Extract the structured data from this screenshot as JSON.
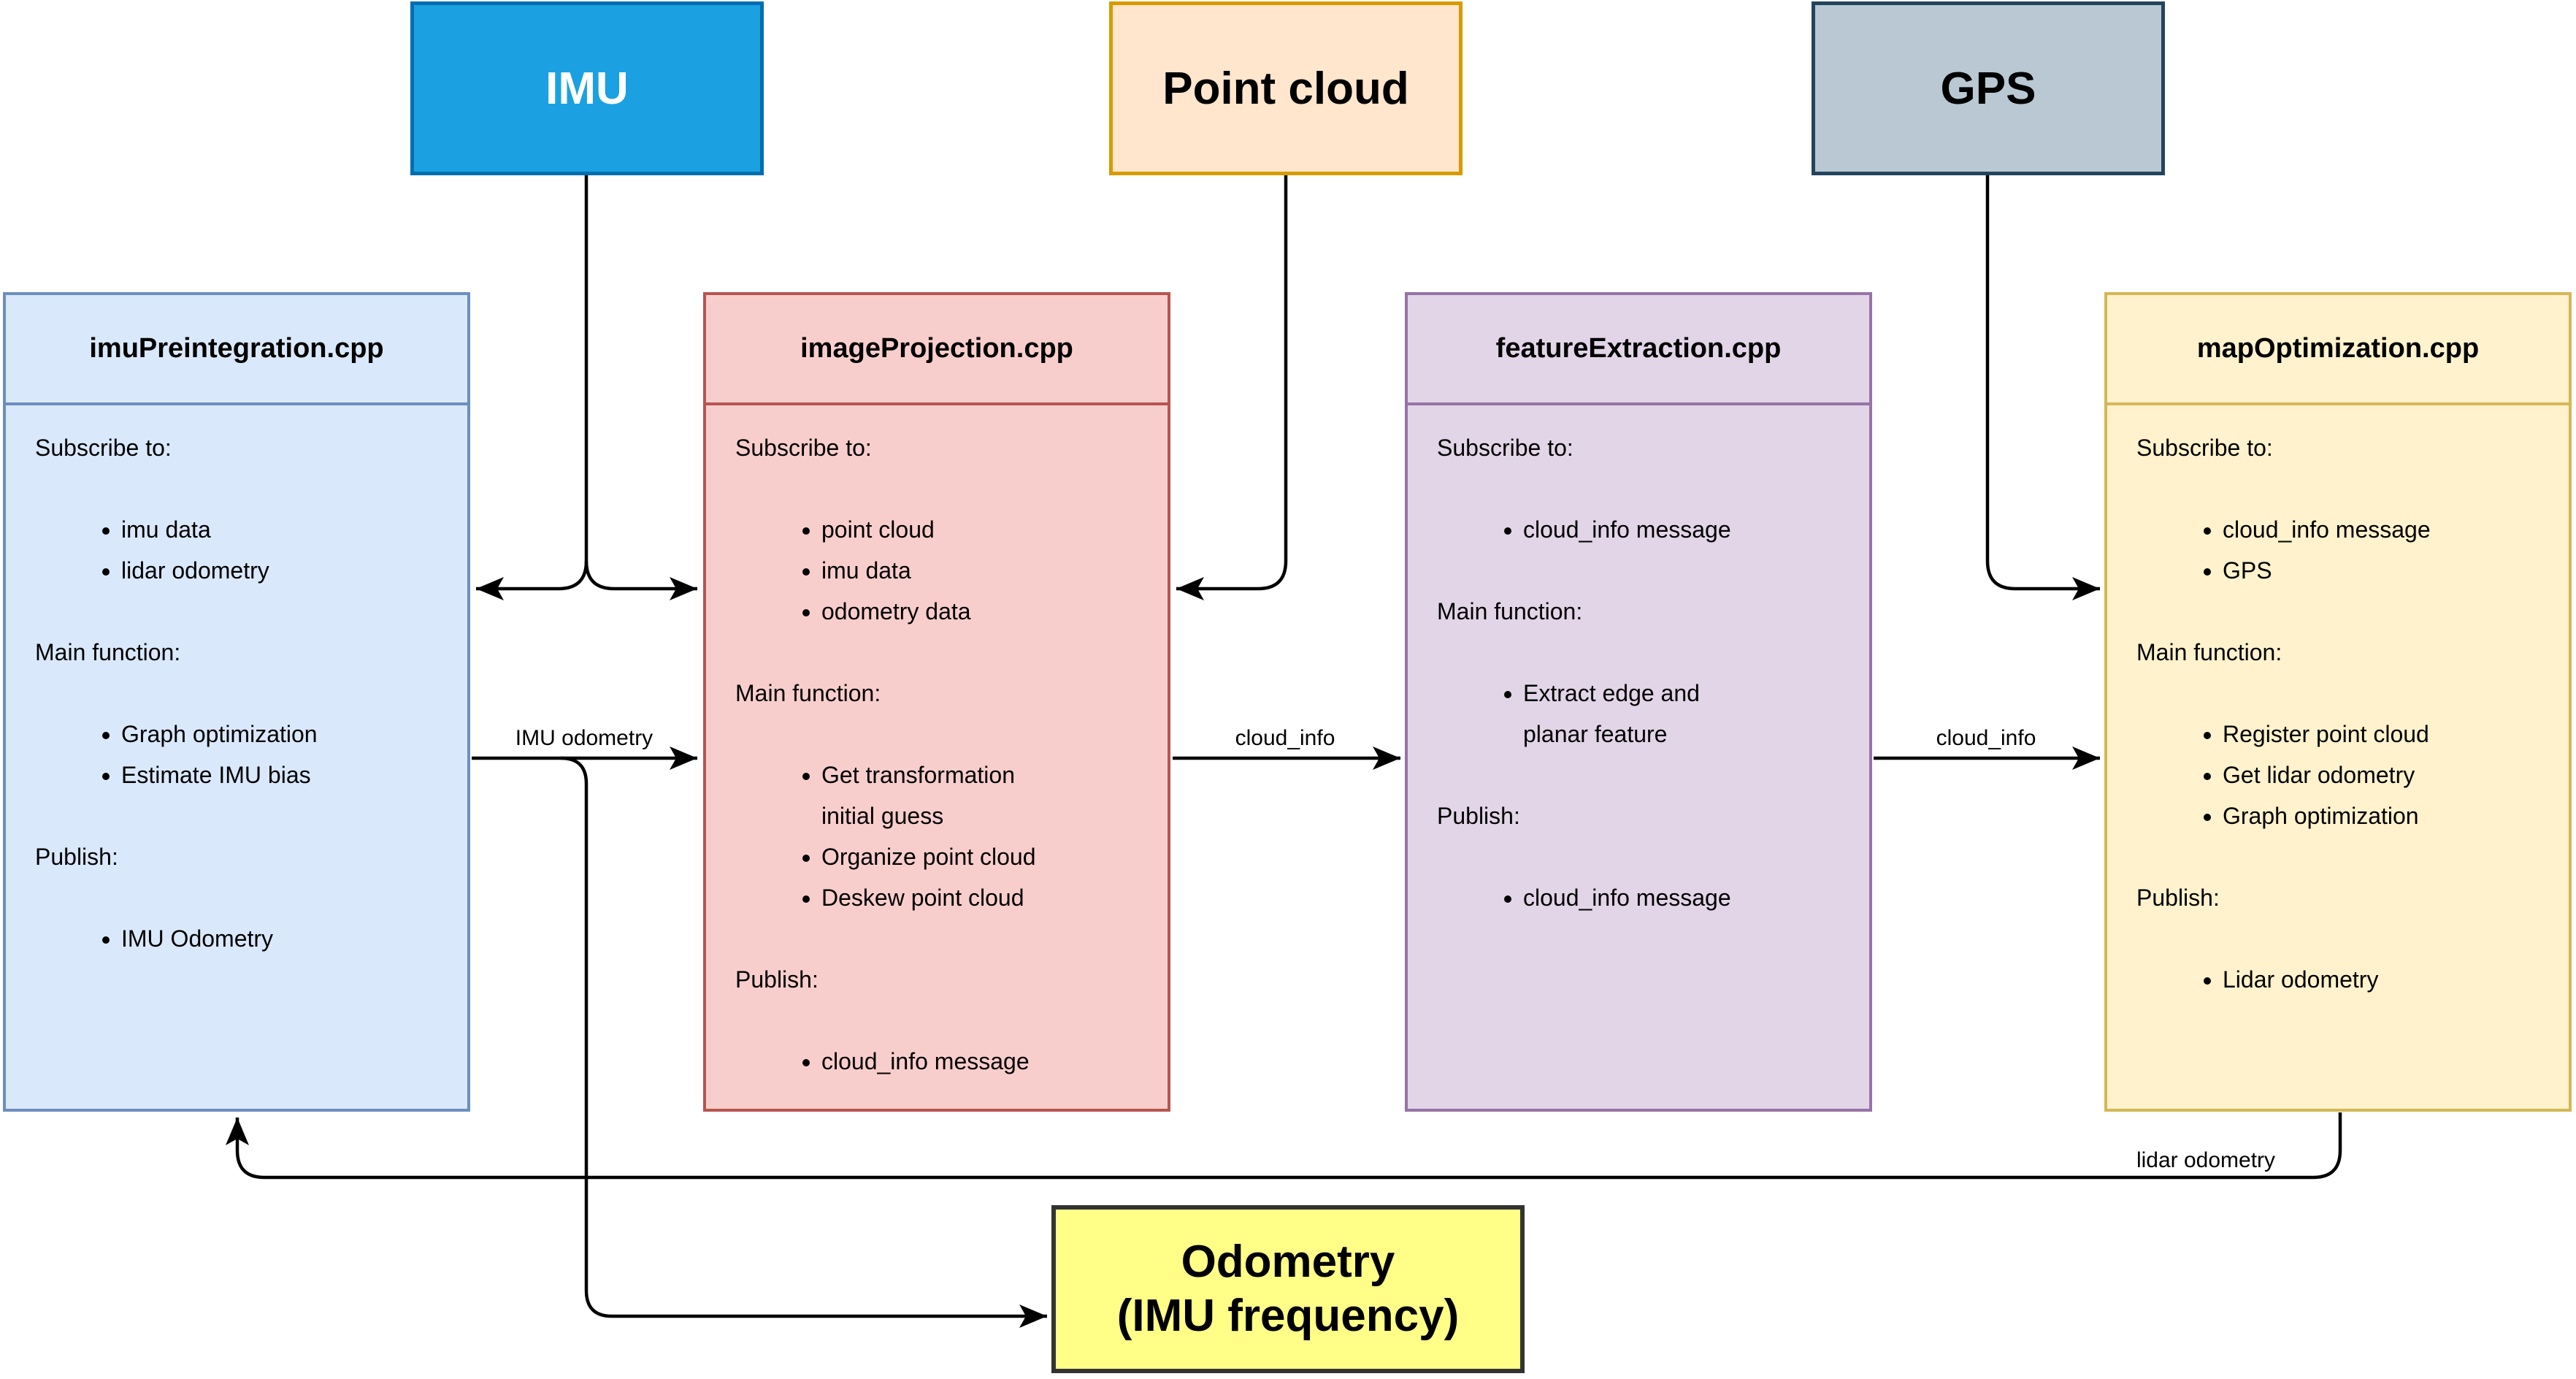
{
  "sources": [
    {
      "id": "imu",
      "label": "IMU"
    },
    {
      "id": "point-cloud",
      "label": "Point cloud"
    },
    {
      "id": "gps",
      "label": "GPS"
    }
  ],
  "modules": [
    {
      "title": "imuPreintegration.cpp",
      "sections": [
        {
          "heading": "Subscribe to:",
          "bullets": [
            "imu data",
            "lidar odometry"
          ]
        },
        {
          "heading": "Main function:",
          "bullets": [
            "Graph optimization",
            "Estimate IMU bias"
          ]
        },
        {
          "heading": "Publish:",
          "bullets": [
            "IMU Odometry"
          ]
        }
      ]
    },
    {
      "title": "imageProjection.cpp",
      "sections": [
        {
          "heading": "Subscribe to:",
          "bullets": [
            "point cloud",
            "imu data",
            "odometry data"
          ]
        },
        {
          "heading": "Main function:",
          "bullets": [
            "Get transformation\ninitial guess",
            "Organize point cloud",
            "Deskew point cloud"
          ]
        },
        {
          "heading": "Publish:",
          "bullets": [
            "cloud_info message"
          ]
        }
      ]
    },
    {
      "title": "featureExtraction.cpp",
      "sections": [
        {
          "heading": "Subscribe to:",
          "bullets": [
            "cloud_info message"
          ]
        },
        {
          "heading": "Main function:",
          "bullets": [
            "Extract edge and\nplanar feature"
          ]
        },
        {
          "heading": "Publish:",
          "bullets": [
            "cloud_info message"
          ]
        }
      ]
    },
    {
      "title": "mapOptimization.cpp",
      "sections": [
        {
          "heading": "Subscribe to:",
          "bullets": [
            "cloud_info message",
            "GPS"
          ]
        },
        {
          "heading": "Main function:",
          "bullets": [
            "Register point cloud",
            "Get lidar odometry",
            "Graph optimization"
          ]
        },
        {
          "heading": "Publish:",
          "bullets": [
            "Lidar odometry"
          ]
        }
      ]
    }
  ],
  "output": {
    "label": "Odometry\n(IMU frequency)"
  },
  "edges": [
    {
      "label": "IMU odometry"
    },
    {
      "label": "cloud_info"
    },
    {
      "label": "cloud_info"
    },
    {
      "label": "lidar odometry"
    }
  ],
  "colors": {
    "imu_fill": "#1BA1E2",
    "imu_border": "#006EAF",
    "point_cloud_fill": "#FFE6CC",
    "point_cloud_border": "#D79B00",
    "gps_fill": "#B9C8D2",
    "gps_border": "#23445D",
    "imu_preintegration_fill": "#DAE8FC",
    "imu_preintegration_border": "#6C8EBF",
    "image_projection_fill": "#F8CECC",
    "image_projection_border": "#B85450",
    "feature_extraction_fill": "#E1D5E7",
    "feature_extraction_border": "#9673A6",
    "map_optimization_fill": "#FFF2CC",
    "map_optimization_border": "#D6B656",
    "odometry_fill": "#FFFF88",
    "odometry_border": "#333333",
    "edge_stroke": "#000000"
  }
}
